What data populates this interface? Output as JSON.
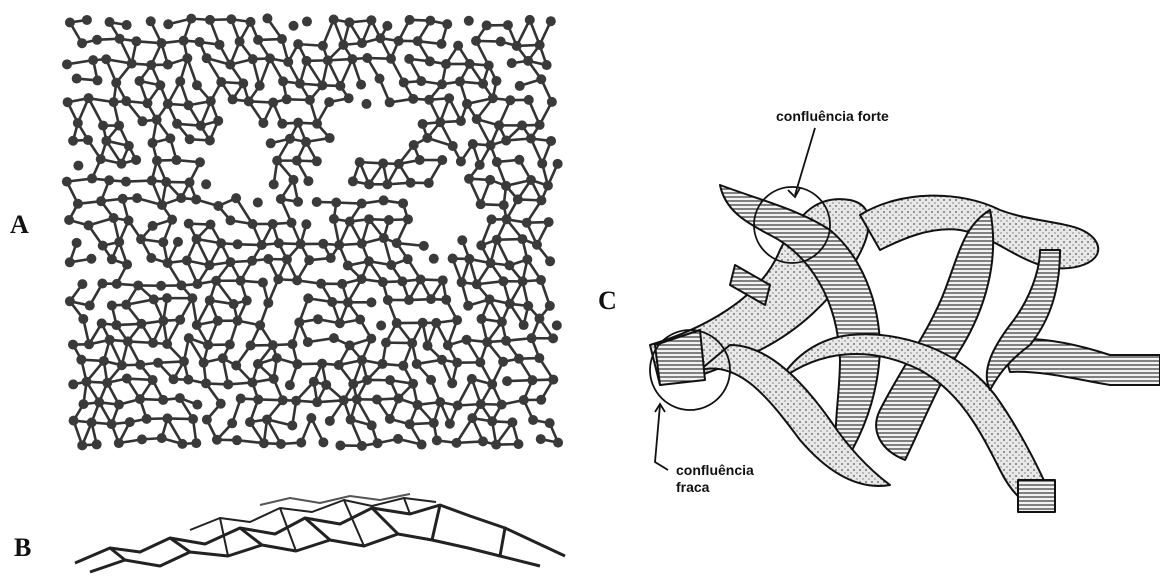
{
  "panels": {
    "a": {
      "label": "A"
    },
    "b": {
      "label": "B"
    },
    "c": {
      "label": "C"
    }
  },
  "annotations": {
    "strong": "confluência forte",
    "weak_line1": "confluência",
    "weak_line2": "fraca"
  }
}
